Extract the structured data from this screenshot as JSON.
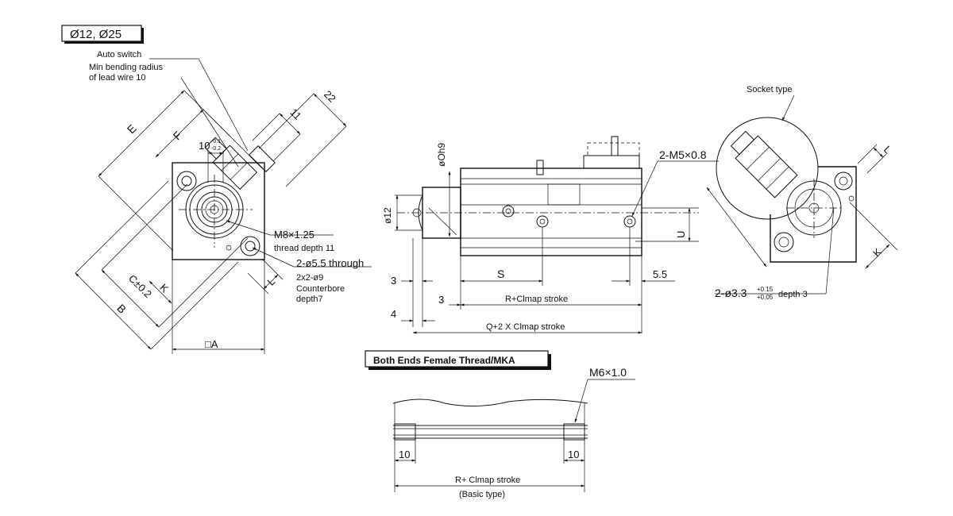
{
  "header": {
    "size_tag": "Ø12, Ø25"
  },
  "front_view": {
    "auto_switch": "Auto switch",
    "bending_line1": "Min bending radius",
    "bending_line2": "of lead wire 10",
    "dim_E": "E",
    "dim_F": "F",
    "dim_10": "10",
    "tol_upper": "-0.1",
    "tol_lower": "-0.2",
    "dim_11": "11",
    "dim_22": "22",
    "thread": "M8×1.25",
    "thread_depth": "thread depth 11",
    "through": "2-ø5.5 through",
    "counterbore1": "2x2-ø9",
    "counterbore2": "Counterbore",
    "counterbore3": "depth7",
    "dim_L": "L",
    "dim_K": "K",
    "dim_C": "C±0.2",
    "dim_B": "B",
    "dim_A": "□A"
  },
  "side_view": {
    "dia_h9": "øOh9",
    "dia_12": "ø12",
    "port": "2-M5×0.8",
    "dim_U": "U",
    "dim_3a": "3",
    "dim_S": "S",
    "dim_55": "5.5",
    "dim_3b": "3",
    "r_stroke": "R+Clmap stroke",
    "dim_4": "4",
    "q_stroke": "Q+2 X  Clmap stroke"
  },
  "right_view": {
    "socket": "Socket type",
    "dim_L": "L",
    "dim_K": "K",
    "hole_prefix": "2-ø3.3",
    "hole_tol_upper": "+0.15",
    "hole_tol_lower": "+0.05",
    "hole_suffix": "depth 3"
  },
  "mka": {
    "title": "Both Ends Female Thread/MKA",
    "thread": "M6×1.0",
    "dim_left": "10",
    "dim_right": "10",
    "stroke": "R+ Clmap stroke",
    "basic": "(Basic type)"
  }
}
